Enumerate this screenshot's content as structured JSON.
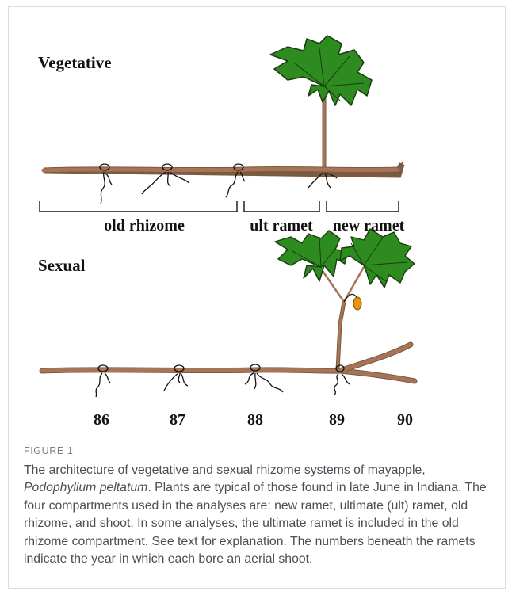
{
  "figure": {
    "panel_vegetative_title": "Vegetative",
    "panel_sexual_title": "Sexual",
    "compartment_labels": {
      "old_rhizome": "old rhizome",
      "ult_ramet": "ult ramet",
      "new_ramet": "new ramet"
    },
    "year_labels": [
      "86",
      "87",
      "88",
      "89",
      "90"
    ],
    "colors": {
      "rhizome": "#a87457",
      "stem": "#a87457",
      "leaf": "#2e8b1f",
      "leaf_outline": "#1a3d10",
      "fruit": "#e8940c",
      "ink": "#111111"
    }
  },
  "caption": {
    "label": "FIGURE 1",
    "text_before_italic": "The architecture of vegetative and sexual rhizome systems of mayapple, ",
    "italic": "Podophyllum peltatum",
    "text_after_italic": ". Plants are typical of those found in late June in Indiana. The four compartments used in the analyses are: new ramet, ultimate (ult) ramet, old rhizome, and shoot. In some analyses, the ultimate ramet is included in the old rhizome compartment. See text for explanation. The numbers beneath the ramets indicate the year in which each bore an aerial shoot."
  }
}
